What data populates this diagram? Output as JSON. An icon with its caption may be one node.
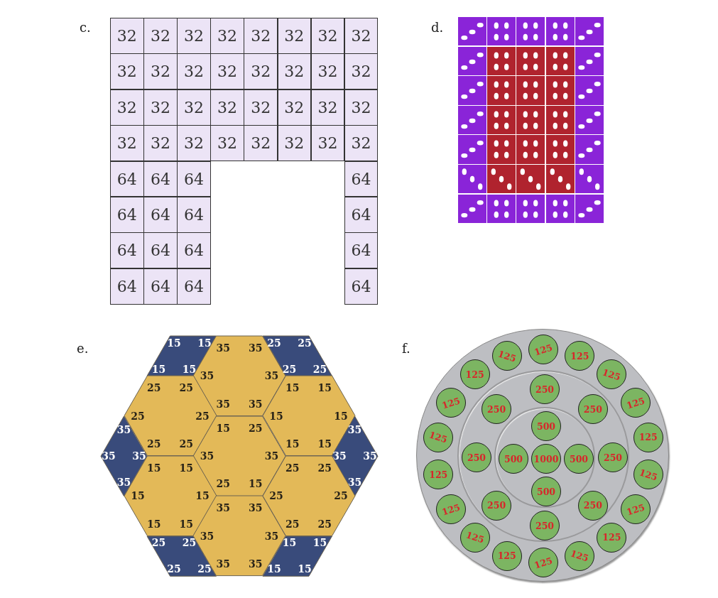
{
  "diagram": {
    "nodes": [
      {
        "text": [
          "32"
        ]
      },
      {
        "text": [
          "32"
        ]
      },
      {
        "text": [
          "32"
        ]
      },
      {
        "text": [
          "32"
        ]
      },
      {
        "text": [
          "32"
        ]
      },
      {
        "text": [
          "32"
        ]
      },
      {
        "text": [
          "32"
        ]
      },
      {
        "text": [
          "32"
        ]
      },
      {
        "text": [
          "32"
        ]
      },
      {
        "text": [
          "32"
        ]
      },
      {
        "text": [
          "32"
        ]
      },
      {
        "text": [
          "32"
        ]
      },
      {
        "text": [
          "32"
        ]
      },
      {
        "text": [
          "32"
        ]
      },
      {
        "text": [
          "32"
        ]
      },
      {
        "text": [
          "32"
        ]
      },
      {
        "text": [
          "32"
        ]
      },
      {
        "text": [
          "32"
        ]
      },
      {
        "text": [
          "32"
        ]
      },
      {
        "text": [
          "32"
        ]
      },
      {
        "text": [
          "32"
        ]
      },
      {
        "text": [
          "32"
        ]
      },
      {
        "text": [
          "32"
        ]
      },
      {
        "text": [
          "32"
        ]
      },
      {
        "text": [
          "32"
        ]
      },
      {
        "text": [
          "32"
        ]
      },
      {
        "text": [
          "32"
        ]
      },
      {
        "text": [
          "32"
        ]
      },
      {
        "text": [
          "32"
        ]
      },
      {
        "text": [
          "32"
        ]
      },
      {
        "text": [
          "32"
        ]
      },
      {
        "text": [
          "32"
        ]
      },
      {
        "text": [
          "64"
        ]
      },
      {
        "text": [
          "64"
        ]
      },
      {
        "text": [
          "64"
        ]
      },
      {
        "text": [
          "64"
        ]
      },
      {
        "text": [
          "64"
        ]
      },
      {
        "text": [
          "64"
        ]
      },
      {
        "text": [
          "64"
        ]
      },
      {
        "text": [
          "64"
        ]
      },
      {
        "text": [
          "64"
        ]
      },
      {
        "text": [
          "64"
        ]
      },
      {
        "text": [
          "64"
        ]
      },
      {
        "text": [
          "64"
        ]
      },
      {
        "text": [
          "64"
        ]
      },
      {
        "text": [
          "64"
        ]
      },
      {
        "text": [
          "64"
        ]
      },
      {
        "text": [
          "64"
        ]
      },
      {
        "text": [],
        "shape": "box"
      },
      {
        "text": [],
        "shape": "box"
      },
      {
        "text": [],
        "shape": "box"
      },
      {
        "text": [],
        "shape": "box"
      },
      {
        "text": [],
        "shape": "box"
      },
      {
        "text": [],
        "shape": "box"
      },
      {
        "text": [],
        "shape": "box"
      },
      {
        "text": [],
        "shape": "box"
      },
      {
        "text": [],
        "shape": "box"
      },
      {
        "text": [],
        "shape": "box"
      },
      {
        "text": [],
        "shape": "box"
      },
      {
        "text": [],
        "shape": "box"
      },
      {
        "text": [],
        "shape": "box"
      },
      {
        "text": [],
        "shape": "box"
      },
      {
        "text": [],
        "shape": "box"
      },
      {
        "text": [],
        "shape": "box"
      },
      {
        "text": [],
        "shape": "box"
      },
      {
        "text": [],
        "shape": "box"
      },
      {
        "text": [],
        "shape": "box"
      },
      {
        "text": [],
        "shape": "box"
      },
      {
        "text": [],
        "shape": "box"
      },
      {
        "text": [],
        "shape": "box"
      },
      {
        "text": [],
        "shape": "box"
      },
      {
        "text": [],
        "shape": "box"
      },
      {
        "text": [],
        "shape": "box"
      },
      {
        "text": [],
        "shape": "box"
      },
      {
        "text": [],
        "shape": "box"
      },
      {
        "text": [],
        "shape": "box"
      },
      {
        "text": [],
        "shape": "box"
      },
      {
        "text": [],
        "shape": "box"
      },
      {
        "text": [],
        "shape": "box"
      },
      {
        "text": [],
        "shape": "box"
      },
      {
        "text": [],
        "shape": "box"
      },
      {
        "text": [],
        "shape": "box"
      },
      {
        "text": [],
        "shape": "box"
      },
      {
        "text": [
          "15",
          "15",
          "15",
          "15"
        ]
      },
      {
        "text": [
          "35",
          "35",
          "35",
          "35",
          "35",
          "35"
        ]
      },
      {
        "text": [
          "25",
          "25",
          "25",
          "25"
        ]
      },
      {
        "text": [
          "25",
          "25",
          "25",
          "25",
          "25",
          "25"
        ]
      },
      {
        "text": [
          "15",
          "15",
          "15",
          "15",
          "15",
          "15"
        ]
      },
      {
        "text": [
          "35",
          "35",
          "35",
          "35"
        ]
      },
      {
        "text": [
          "15",
          "25",
          "35",
          "35",
          "25",
          "15"
        ]
      },
      {
        "text": [
          "35",
          "35",
          "35",
          "35"
        ]
      },
      {
        "text": [
          "15",
          "15",
          "15",
          "15",
          "15",
          "15"
        ]
      },
      {
        "text": [
          "25",
          "25",
          "25",
          "25",
          "25",
          "25"
        ]
      },
      {
        "text": [
          "25",
          "25",
          "25",
          "25"
        ]
      },
      {
        "text": [
          "35",
          "35",
          "35",
          "35",
          "35",
          "35"
        ]
      },
      {
        "text": [
          "15",
          "15",
          "15",
          "15"
        ]
      },
      {
        "text": [],
        "shape": "circle"
      },
      {
        "text": [],
        "shape": "circle",
        "in": 96
      },
      {
        "text": [],
        "shape": "circle",
        "in": 97
      },
      {
        "text": [
          "125"
        ],
        "in": 96
      },
      {
        "text": [
          "125"
        ],
        "in": 96
      },
      {
        "text": [
          "125"
        ],
        "in": 96
      },
      {
        "text": [
          "125"
        ],
        "in": 96
      },
      {
        "text": [
          "125"
        ],
        "in": 96
      },
      {
        "text": [
          "125"
        ],
        "in": 96
      },
      {
        "text": [
          "125"
        ],
        "in": 96
      },
      {
        "text": [
          "125"
        ],
        "in": 96
      },
      {
        "text": [
          "125"
        ],
        "in": 96
      },
      {
        "text": [
          "125"
        ],
        "in": 96
      },
      {
        "text": [
          "125"
        ],
        "in": 96
      },
      {
        "text": [
          "125"
        ],
        "in": 96
      },
      {
        "text": [
          "125"
        ],
        "in": 96
      },
      {
        "text": [
          "125"
        ],
        "in": 96
      },
      {
        "text": [
          "125"
        ],
        "in": 96
      },
      {
        "text": [
          "125"
        ],
        "in": 96
      },
      {
        "text": [
          "125"
        ],
        "in": 96
      },
      {
        "text": [
          "125"
        ],
        "in": 96
      },
      {
        "text": [
          "250"
        ],
        "in": 97
      },
      {
        "text": [
          "250"
        ],
        "in": 97
      },
      {
        "text": [
          "250"
        ],
        "in": 97
      },
      {
        "text": [
          "250"
        ],
        "in": 97
      },
      {
        "text": [
          "250"
        ],
        "in": 97
      },
      {
        "text": [
          "250"
        ],
        "in": 97
      },
      {
        "text": [
          "250"
        ],
        "in": 97
      },
      {
        "text": [
          "250"
        ],
        "in": 97
      },
      {
        "text": [
          "500"
        ],
        "in": 98
      },
      {
        "text": [
          "500"
        ],
        "in": 98
      },
      {
        "text": [
          "1000"
        ],
        "in": 98
      },
      {
        "text": [
          "500"
        ],
        "in": 98
      },
      {
        "text": [
          "500"
        ],
        "in": 98
      }
    ],
    "labels": [
      "c.",
      "d.",
      "e.",
      "f."
    ]
  }
}
